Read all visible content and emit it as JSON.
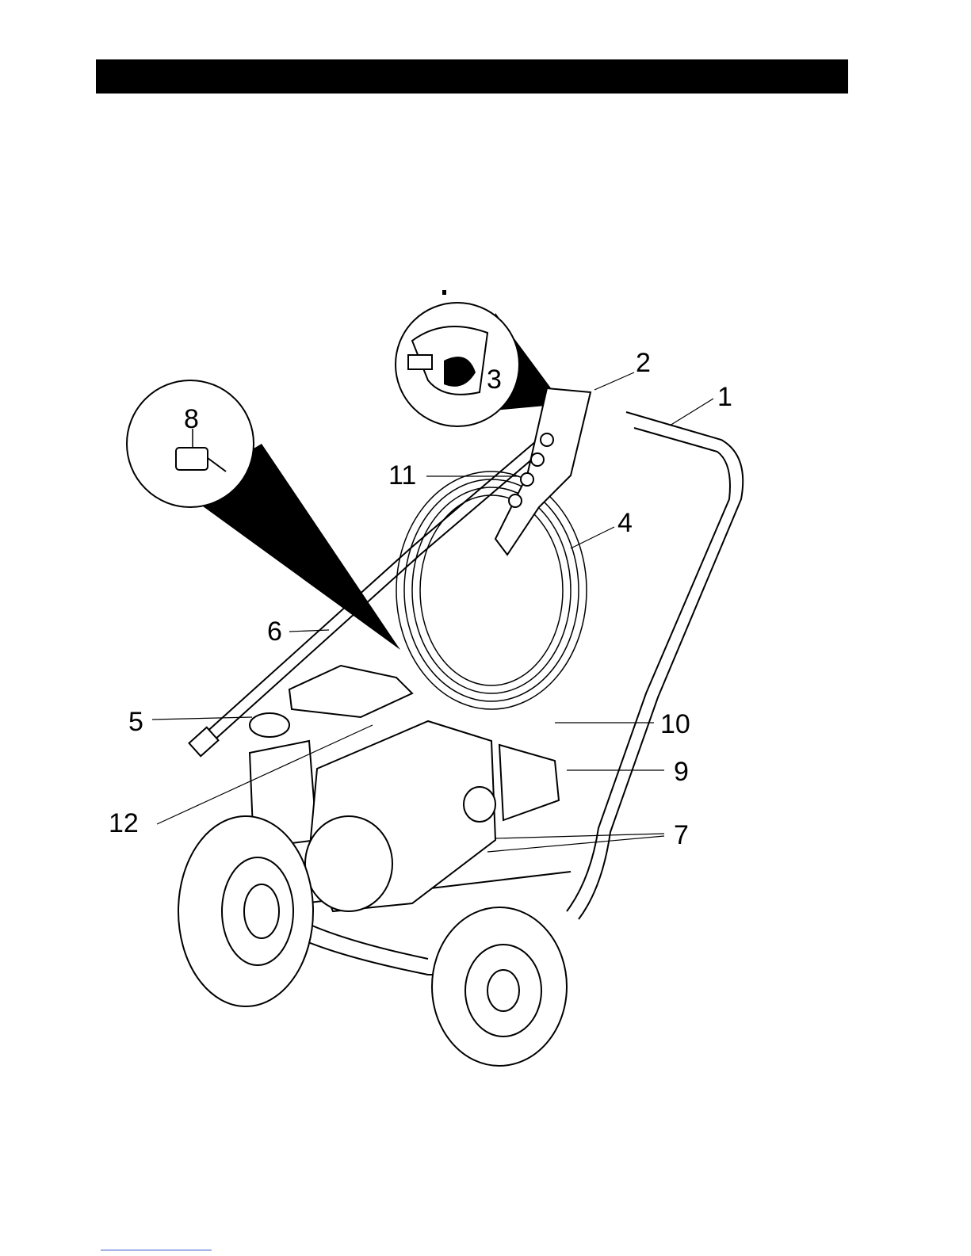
{
  "document": {
    "header_bar_color": "#000000"
  },
  "diagram": {
    "callouts": [
      {
        "id": "1",
        "label": "1"
      },
      {
        "id": "2",
        "label": "2"
      },
      {
        "id": "3",
        "label": "3"
      },
      {
        "id": "4",
        "label": "4"
      },
      {
        "id": "5",
        "label": "5"
      },
      {
        "id": "6",
        "label": "6"
      },
      {
        "id": "7",
        "label": "7"
      },
      {
        "id": "8",
        "label": "8"
      },
      {
        "id": "9",
        "label": "9"
      },
      {
        "id": "10",
        "label": "10"
      },
      {
        "id": "11",
        "label": "11"
      },
      {
        "id": "12",
        "label": "12"
      }
    ]
  }
}
